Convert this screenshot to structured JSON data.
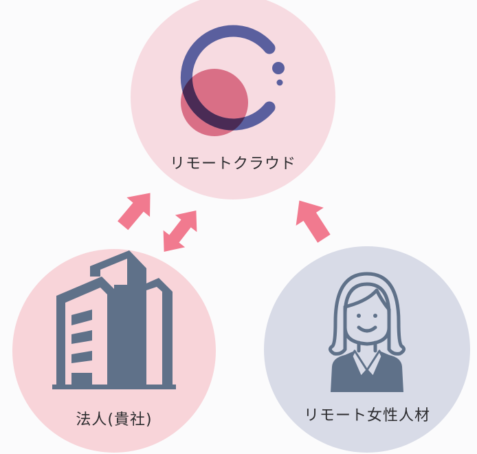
{
  "diagram": {
    "type": "relationship-cycle",
    "nodes": [
      {
        "id": "top",
        "label": "リモートクラウド",
        "icon": "remote-cloud-logo-icon",
        "fill": "#f7dbe1"
      },
      {
        "id": "left",
        "label": "法人(貴社)",
        "icon": "office-building-icon",
        "fill": "#f8d4d9"
      },
      {
        "id": "right",
        "label": "リモート女性人材",
        "icon": "businesswoman-icon",
        "fill": "#d8dbe7"
      }
    ],
    "edges": [
      {
        "from": "left",
        "to": "top",
        "style": "single-arrow"
      },
      {
        "from": "top",
        "to": "left",
        "style": "double-arrow"
      },
      {
        "from": "right",
        "to": "top",
        "style": "single-arrow"
      }
    ],
    "colors": {
      "arrow": "#f17a8f",
      "icon": "#5f7189",
      "logo_ring": "#5a5f9e",
      "logo_circle": "#d96f86",
      "logo_overlap": "#4a2b55",
      "background": "#fbfbfc"
    }
  }
}
